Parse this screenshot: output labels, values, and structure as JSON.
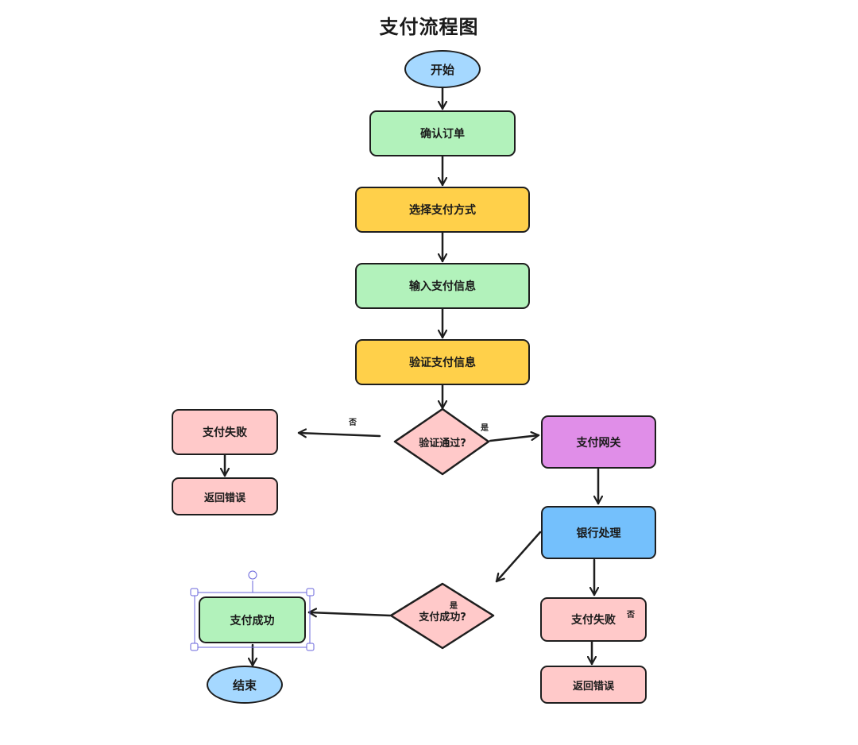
{
  "title": "支付流程图",
  "nodes": {
    "start": "开始",
    "confirm_order": "确认订单",
    "select_method": "选择支付方式",
    "enter_info": "输入支付信息",
    "verify_info": "验证支付信息",
    "verify_pass": "验证通过?",
    "fail_left": "支付失败",
    "return_error_left": "返回错误",
    "gateway": "支付网关",
    "bank": "银行处理",
    "pay_success_q": "支付成功?",
    "success": "支付成功",
    "end": "结束",
    "fail_right": "支付失败",
    "return_error_right": "返回错误"
  },
  "edge_labels": {
    "no_left": "否",
    "yes_right": "是",
    "yes_success": "是",
    "no_right": "否"
  },
  "colors": {
    "green": "#b2f2bb",
    "yellow": "#ffd04a",
    "pink": "#ffc9c9",
    "purple": "#e08ee8",
    "blue": "#74c0fc",
    "light_blue": "#a5d8ff",
    "stroke": "#1e1e1e",
    "selection": "#6965db"
  }
}
